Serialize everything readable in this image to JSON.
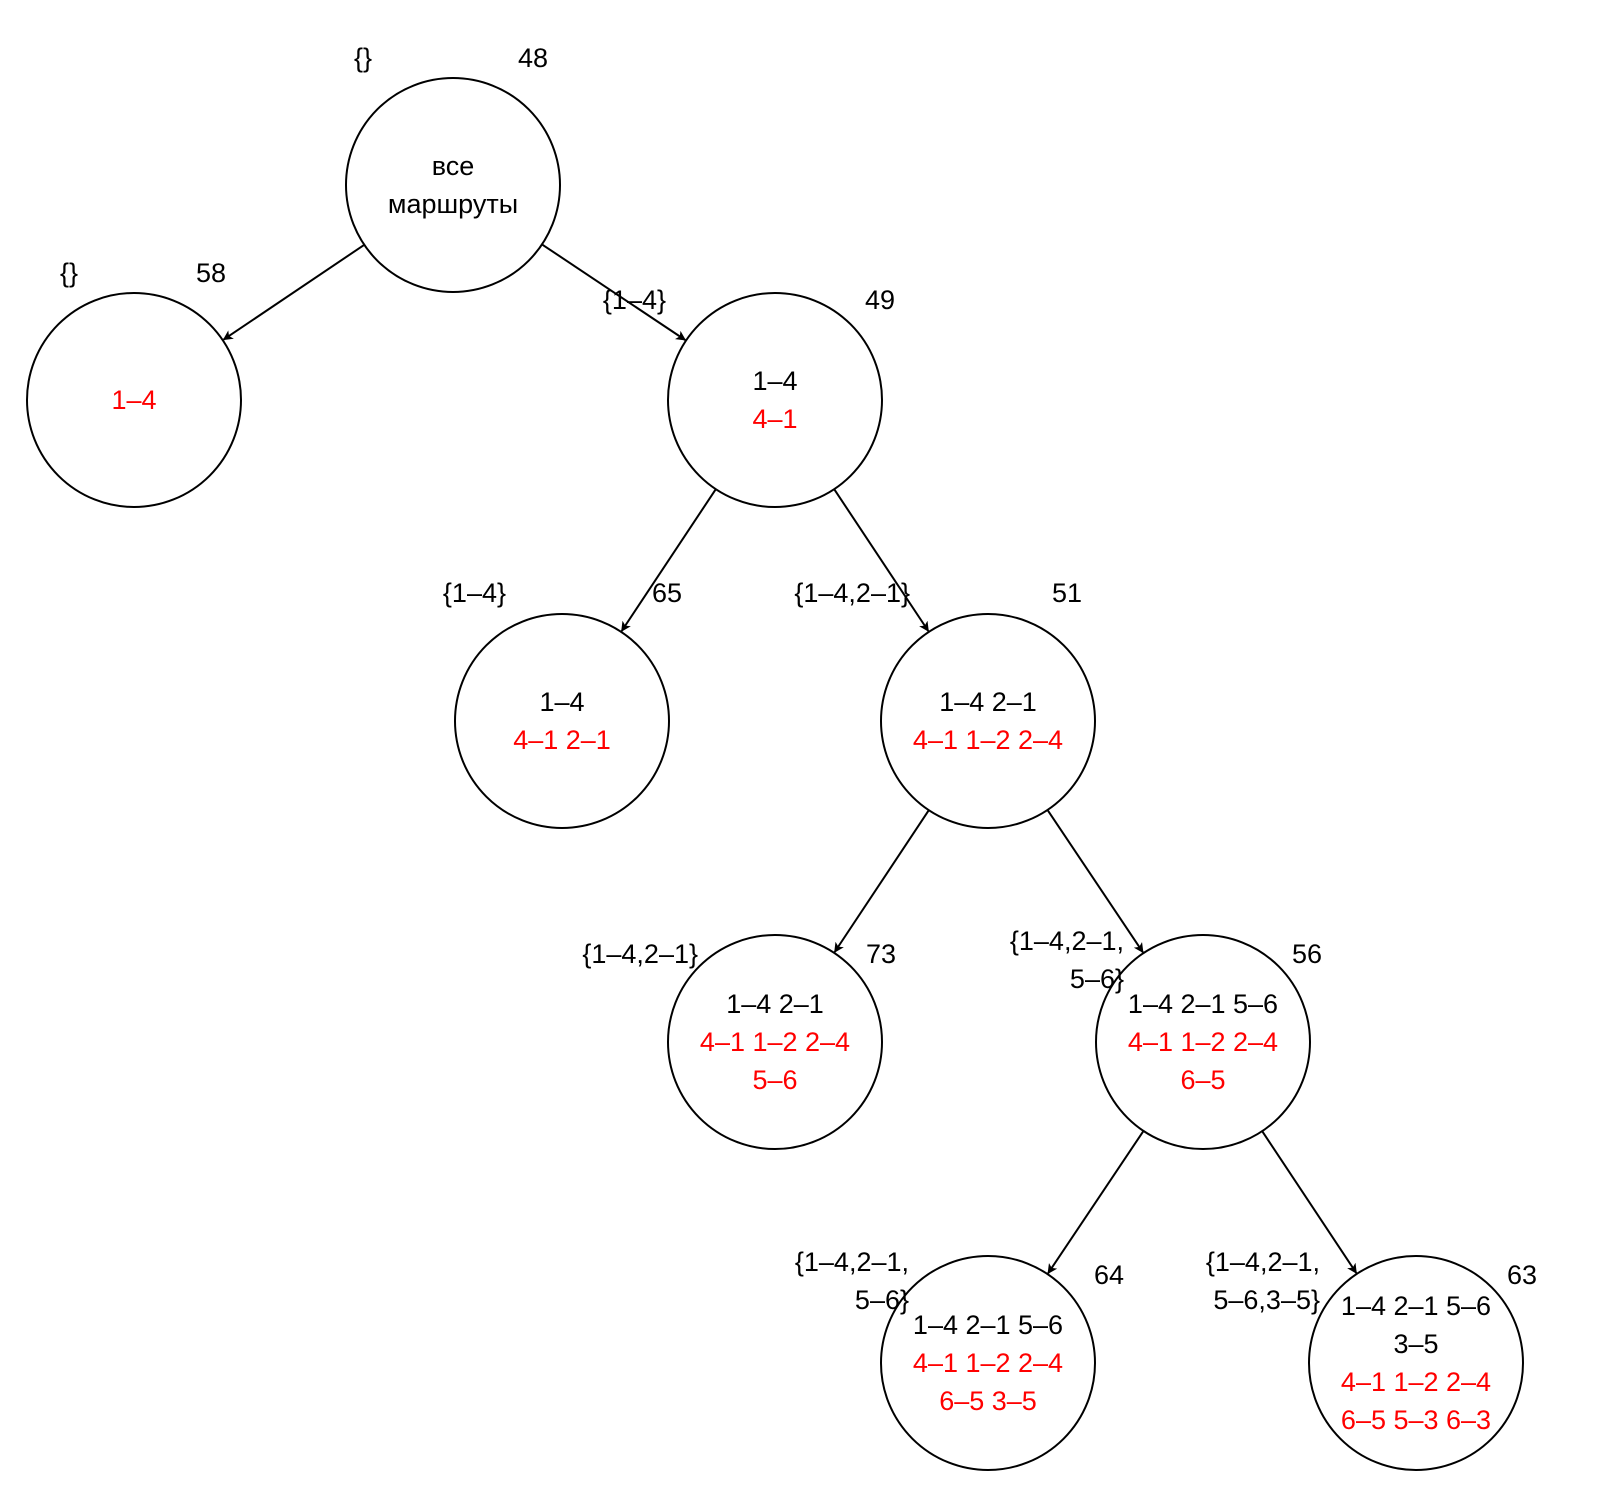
{
  "colors": {
    "stroke": "#000000",
    "background": "#ffffff",
    "included": "#000000",
    "excluded": "#ff0000"
  },
  "nodes": [
    {
      "id": "n48",
      "cost": "48",
      "set_label": [
        "{}"
      ],
      "included": [
        "все",
        "маршруты"
      ],
      "excluded": []
    },
    {
      "id": "n58",
      "cost": "58",
      "set_label": [
        "{}"
      ],
      "included": [],
      "excluded": [
        "1–4"
      ]
    },
    {
      "id": "n49",
      "cost": "49",
      "set_label": [
        "{1–4}"
      ],
      "included": [
        "1–4"
      ],
      "excluded": [
        "4–1"
      ]
    },
    {
      "id": "n65",
      "cost": "65",
      "set_label": [
        "{1–4}"
      ],
      "included": [
        "1–4"
      ],
      "excluded": [
        "4–1 2–1"
      ]
    },
    {
      "id": "n51",
      "cost": "51",
      "set_label": [
        "{1–4,2–1}"
      ],
      "included": [
        "1–4 2–1"
      ],
      "excluded": [
        "4–1 1–2 2–4"
      ]
    },
    {
      "id": "n73",
      "cost": "73",
      "set_label": [
        "{1–4,2–1}"
      ],
      "included": [
        "1–4 2–1"
      ],
      "excluded": [
        "4–1 1–2 2–4",
        "5–6"
      ]
    },
    {
      "id": "n56",
      "cost": "56",
      "set_label": [
        "{1–4,2–1,",
        "5–6}"
      ],
      "included": [
        "1–4 2–1 5–6"
      ],
      "excluded": [
        "4–1 1–2 2–4",
        "6–5"
      ]
    },
    {
      "id": "n64",
      "cost": "64",
      "set_label": [
        "{1–4,2–1,",
        "5–6}"
      ],
      "included": [
        "1–4 2–1 5–6"
      ],
      "excluded": [
        "4–1 1–2 2–4",
        "6–5 3–5"
      ]
    },
    {
      "id": "n63",
      "cost": "63",
      "set_label": [
        "{1–4,2–1,",
        "5–6,3–5}"
      ],
      "included": [
        "1–4 2–1 5–6",
        "3–5"
      ],
      "excluded": [
        "4–1 1–2 2–4",
        "6–5 5–3 6–3"
      ]
    }
  ],
  "edges": [
    {
      "from": "n48",
      "to": "n58"
    },
    {
      "from": "n48",
      "to": "n49"
    },
    {
      "from": "n49",
      "to": "n65"
    },
    {
      "from": "n49",
      "to": "n51"
    },
    {
      "from": "n51",
      "to": "n73"
    },
    {
      "from": "n51",
      "to": "n56"
    },
    {
      "from": "n56",
      "to": "n64"
    },
    {
      "from": "n56",
      "to": "n63"
    }
  ]
}
